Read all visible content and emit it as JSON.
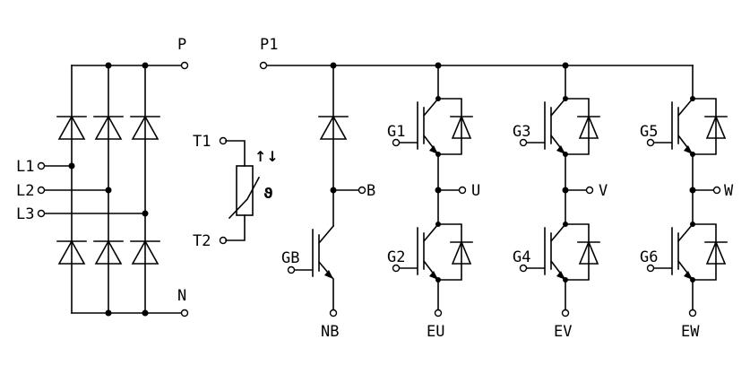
{
  "labels": {
    "P": "P",
    "N": "N",
    "P1": "P1",
    "L1": "L1",
    "L2": "L2",
    "L3": "L3",
    "T1": "T1",
    "T2": "T2",
    "theta": "ϑ",
    "arrows": "↑↓",
    "B": "B",
    "GB": "GB",
    "NB": "NB",
    "G1": "G1",
    "G2": "G2",
    "G3": "G3",
    "G4": "G4",
    "G5": "G5",
    "G6": "G6",
    "U": "U",
    "V": "V",
    "W": "W",
    "EU": "EU",
    "EV": "EV",
    "EW": "EW"
  }
}
